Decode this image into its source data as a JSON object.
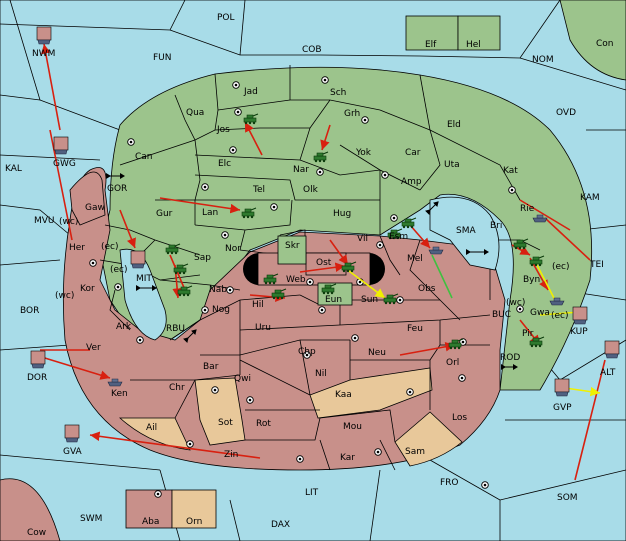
{
  "map": {
    "sea_color": "#a8dce8",
    "green_color": "#9cc48c",
    "red_color": "#c8908a",
    "tan_color": "#e8c89a",
    "order_arrow_color": "#d82010",
    "support_arrow_color": "#f0f000",
    "convoy_arrow_color": "#40c040"
  },
  "labels": {
    "pol": "POL",
    "cob": "COB",
    "fun": "FUN",
    "nom": "NOM",
    "con": "Con",
    "elf": "Elf",
    "hel": "Hel",
    "nwm": "NWM",
    "gwg": "GWG",
    "kal": "KAL",
    "ovd": "OVD",
    "kam": "KAM",
    "tei": "TEI",
    "mvu": "MVU",
    "bor": "BOR",
    "dor": "DOR",
    "gva": "GVA",
    "swm": "SWM",
    "cow": "Cow",
    "dax": "DAX",
    "lit": "LIT",
    "fro": "FRO",
    "som": "SOM",
    "alt": "ALT",
    "gvp": "GVP",
    "kup": "KUP",
    "buc": "BUC",
    "rod": "ROD",
    "sma": "SMA",
    "mit": "MIT",
    "rbu": "RBU",
    "gor": "GOR",
    "jad": "Jad",
    "sch": "Sch",
    "qua": "Qua",
    "jos": "Jos",
    "grh": "Grh",
    "eld": "Eld",
    "can": "Can",
    "nar": "Nar",
    "yok": "Yok",
    "car": "Car",
    "elc": "Elc",
    "uta": "Uta",
    "kat": "Kat",
    "tel": "Tel",
    "olk": "Olk",
    "amp": "Amp",
    "gur": "Gur",
    "lan": "Lan",
    "hug": "Hug",
    "bri": "Bri",
    "rie": "Rie",
    "esm": "Esm",
    "nor": "Nor",
    "vil": "Vil",
    "skr": "Skr",
    "gaw": "Gaw",
    "her": "Her",
    "kor": "Kor",
    "sap": "Sap",
    "web": "Web",
    "ost": "Ost",
    "mel": "Mel",
    "byn": "Byn",
    "nab": "Nab",
    "hil": "Hil",
    "eun": "Eun",
    "sun": "Sun",
    "obs": "Obs",
    "gwa": "Gwa",
    "pir": "Pir",
    "ark": "Ark",
    "nog": "Nog",
    "uru": "Uru",
    "feu": "Feu",
    "ver": "Ver",
    "chp": "Chp",
    "neu": "Neu",
    "orl": "Orl",
    "ken": "Ken",
    "bar": "Bar",
    "qwi": "Qwi",
    "nil": "Nil",
    "chr": "Chr",
    "kaa": "Kaa",
    "ail": "Ail",
    "sot": "Sot",
    "rot": "Rot",
    "mou": "Mou",
    "los": "Los",
    "zin": "Zin",
    "kar": "Kar",
    "sam": "Sam",
    "aba": "Aba",
    "orn": "Orn",
    "wc1": "(wc)",
    "ec1": "(ec)",
    "ec2": "(ec)",
    "wc2": "(wc)",
    "ec3": "(ec)",
    "ec4": "(ec)",
    "wc3": "(wc)"
  }
}
